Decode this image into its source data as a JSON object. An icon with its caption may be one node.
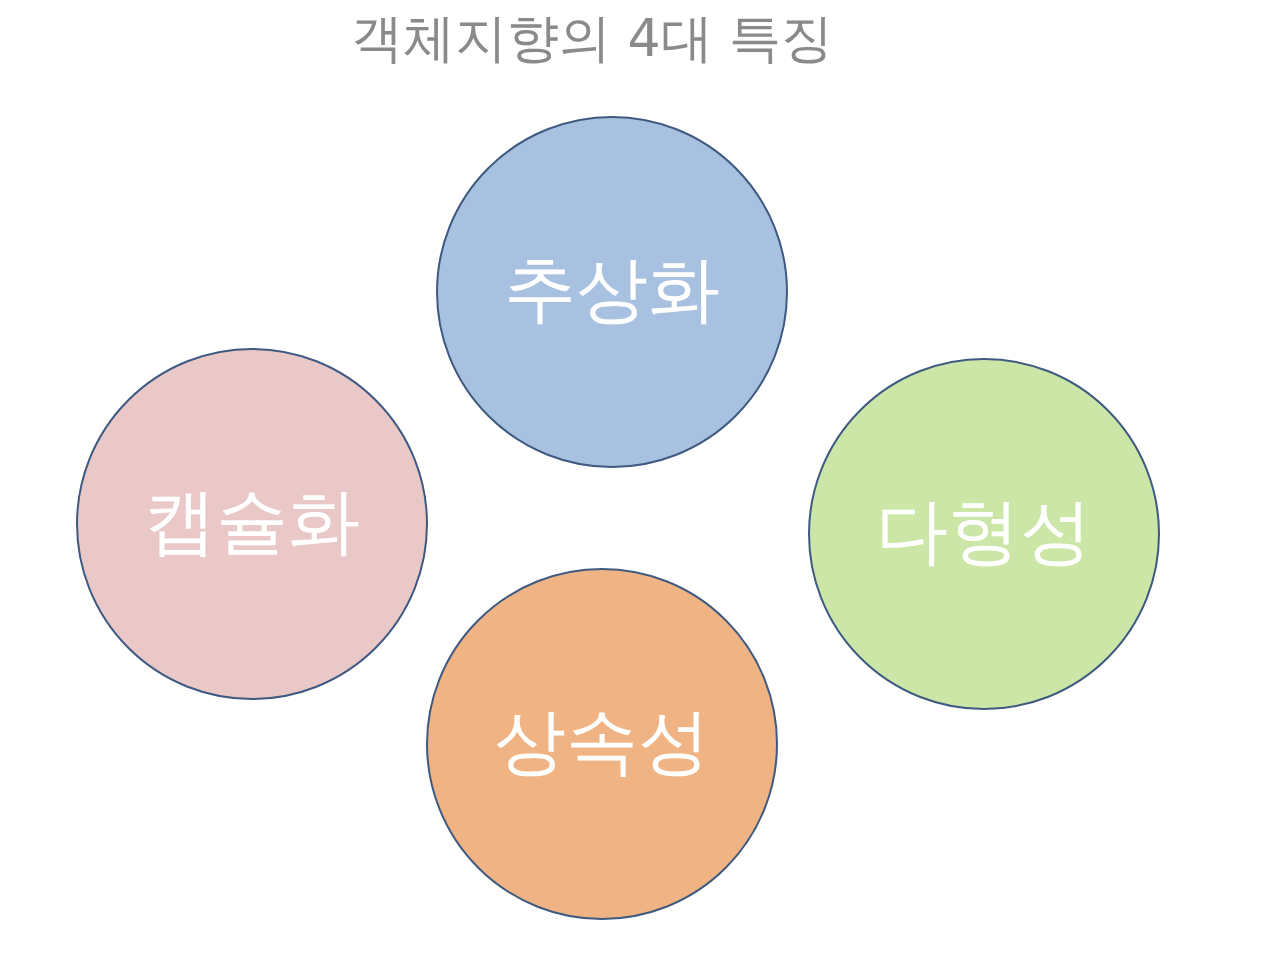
{
  "diagram": {
    "title": "객체지향의 4대 특징",
    "nodes": [
      {
        "text": [
          "추상화"
        ]
      },
      {
        "text": [
          "캡슐화"
        ]
      },
      {
        "text": [
          "다형성"
        ]
      },
      {
        "text": [
          "상속성"
        ]
      }
    ]
  }
}
